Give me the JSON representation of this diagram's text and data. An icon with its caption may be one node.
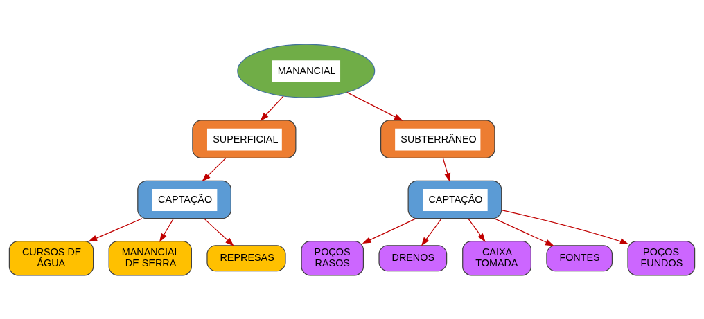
{
  "diagram": {
    "nodes": [
      {
        "text": [
          "MANANCIAL"
        ]
      },
      {
        "text": [
          "SUPERFICIAL"
        ]
      },
      {
        "text": [
          "SUBTERRÂNEO"
        ]
      },
      {
        "text": [
          "CAPTAÇÃO"
        ]
      },
      {
        "text": [
          "CAPTAÇÃO"
        ]
      },
      {
        "text": [
          "CURSOS DE ÁGUA"
        ]
      },
      {
        "text": [
          "MANANCIAL DE SERRA"
        ]
      },
      {
        "text": [
          "REPRESAS"
        ]
      },
      {
        "text": [
          "POÇOS RASOS"
        ]
      },
      {
        "text": [
          "DRENOS"
        ]
      },
      {
        "text": [
          "CAIXA TOMADA"
        ]
      },
      {
        "text": [
          "FONTES"
        ]
      },
      {
        "text": [
          "POÇOS FUNDOS"
        ]
      }
    ],
    "edges": [
      {
        "from": 0,
        "to": 1,
        "arrow": "to"
      },
      {
        "from": 0,
        "to": 2,
        "arrow": "to"
      },
      {
        "from": 1,
        "to": 3,
        "arrow": "to"
      },
      {
        "from": 2,
        "to": 4,
        "arrow": "to"
      },
      {
        "from": 3,
        "to": 5,
        "arrow": "to"
      },
      {
        "from": 3,
        "to": 6,
        "arrow": "to"
      },
      {
        "from": 3,
        "to": 7,
        "arrow": "to"
      },
      {
        "from": 4,
        "to": 8,
        "arrow": "to"
      },
      {
        "from": 4,
        "to": 9,
        "arrow": "to"
      },
      {
        "from": 4,
        "to": 10,
        "arrow": "to"
      },
      {
        "from": 4,
        "to": 11,
        "arrow": "to"
      },
      {
        "from": 4,
        "to": 12,
        "arrow": "to"
      }
    ]
  }
}
